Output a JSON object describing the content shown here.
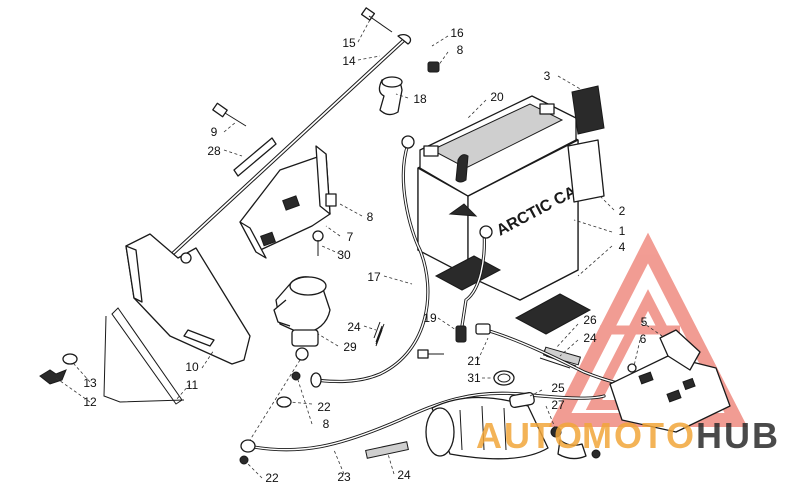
{
  "diagram": {
    "battery_brand": "ARCTIC CAT",
    "callouts": [
      {
        "id": "c15",
        "text": "15"
      },
      {
        "id": "c14",
        "text": "14"
      },
      {
        "id": "c16",
        "text": "16"
      },
      {
        "id": "c8a",
        "text": "8"
      },
      {
        "id": "c18",
        "text": "18"
      },
      {
        "id": "c20",
        "text": "20"
      },
      {
        "id": "c3",
        "text": "3"
      },
      {
        "id": "c9",
        "text": "9"
      },
      {
        "id": "c28",
        "text": "28"
      },
      {
        "id": "c2",
        "text": "2"
      },
      {
        "id": "c1",
        "text": "1"
      },
      {
        "id": "c4",
        "text": "4"
      },
      {
        "id": "c8b",
        "text": "8"
      },
      {
        "id": "c7",
        "text": "7"
      },
      {
        "id": "c30",
        "text": "30"
      },
      {
        "id": "c17",
        "text": "17"
      },
      {
        "id": "c19",
        "text": "19"
      },
      {
        "id": "c24a",
        "text": "24"
      },
      {
        "id": "c29",
        "text": "29"
      },
      {
        "id": "c26",
        "text": "26"
      },
      {
        "id": "c24b",
        "text": "24"
      },
      {
        "id": "c5",
        "text": "5"
      },
      {
        "id": "c6",
        "text": "6"
      },
      {
        "id": "c21",
        "text": "21"
      },
      {
        "id": "c10",
        "text": "10"
      },
      {
        "id": "c11",
        "text": "11"
      },
      {
        "id": "c13",
        "text": "13"
      },
      {
        "id": "c12",
        "text": "12"
      },
      {
        "id": "c31",
        "text": "31"
      },
      {
        "id": "c25",
        "text": "25"
      },
      {
        "id": "c27",
        "text": "27"
      },
      {
        "id": "c22a",
        "text": "22"
      },
      {
        "id": "c8c",
        "text": "8"
      },
      {
        "id": "c22b",
        "text": "22"
      },
      {
        "id": "c23",
        "text": "23"
      },
      {
        "id": "c24c",
        "text": "24"
      }
    ]
  },
  "watermark": {
    "letters": [
      "A",
      "U",
      "T",
      "O",
      "M",
      "O",
      "T",
      "O",
      "H",
      "U",
      "B"
    ],
    "colors": {
      "auto": "#f2a63a",
      "moto": "#f2a63a",
      "hub": "#2b2b2b",
      "logo": "#e74c3c"
    }
  }
}
